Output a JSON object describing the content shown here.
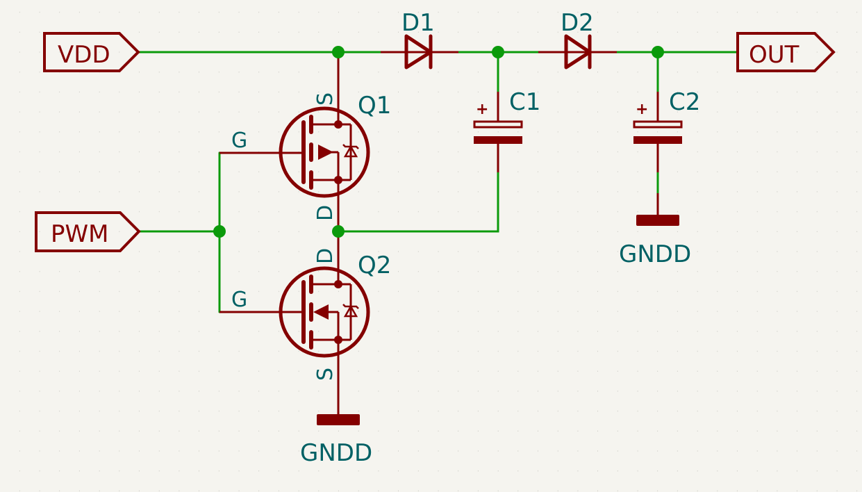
{
  "schematic": {
    "title": "Voltage doubler / charge pump schematic",
    "colors": {
      "background": "#f5f4ef",
      "wire": "#0b9a0b",
      "symbol": "#840000",
      "text": "#006064",
      "grid": "#b8b8b0"
    },
    "labels": {
      "vdd": "VDD",
      "pwm": "PWM",
      "out": "OUT"
    },
    "components": {
      "q1": {
        "ref": "Q1",
        "type": "P-channel MOSFET",
        "pin_gate": "G",
        "pin_source": "S",
        "pin_drain": "D"
      },
      "q2": {
        "ref": "Q2",
        "type": "N-channel MOSFET",
        "pin_gate": "G",
        "pin_source": "S",
        "pin_drain": "D"
      },
      "d1": {
        "ref": "D1",
        "type": "diode"
      },
      "d2": {
        "ref": "D2",
        "type": "diode"
      },
      "c1": {
        "ref": "C1",
        "type": "polarized capacitor",
        "polarity": "+"
      },
      "c2": {
        "ref": "C2",
        "type": "polarized capacitor",
        "polarity": "+"
      }
    },
    "power": {
      "gnd1": "GNDD",
      "gnd2": "GNDD"
    }
  }
}
